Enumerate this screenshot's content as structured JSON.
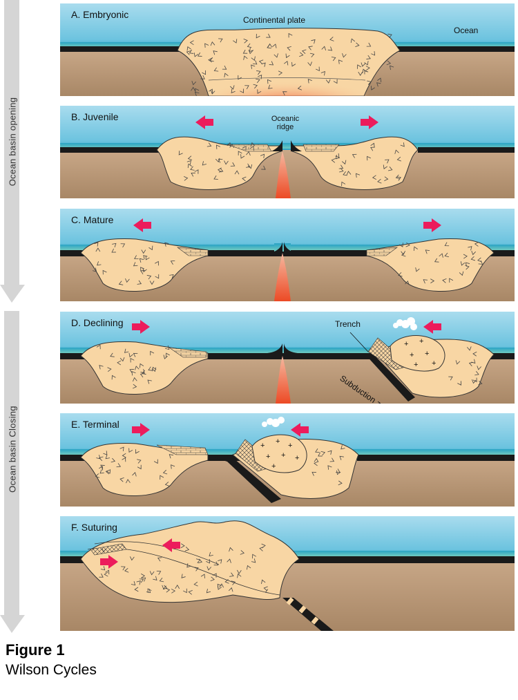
{
  "side_labels": {
    "opening": "Ocean basin opening",
    "closing": "Ocean basin Closing"
  },
  "panels": [
    {
      "title": "A. Embryonic",
      "labels": {
        "plate": "Continental plate",
        "ocean": "Ocean"
      }
    },
    {
      "title": "B. Juvenile",
      "labels": {
        "ridge_line1": "Oceanic",
        "ridge_line2": "ridge"
      }
    },
    {
      "title": "C. Mature"
    },
    {
      "title": "D. Declining",
      "labels": {
        "trench": "Trench",
        "subduction": "Subduction zone"
      }
    },
    {
      "title": "E. Terminal"
    },
    {
      "title": "F. Suturing"
    }
  ],
  "caption": {
    "figure": "Figure 1",
    "title": "Wilson Cycles"
  },
  "colors": {
    "sky_top": "#9fd6ea",
    "sky_bottom": "#2fa6c8",
    "mantle": "#b99776",
    "crust": "#f8d6a4",
    "magma": "#ef5b3c",
    "push_arrow": "#ec1c5c",
    "shaft": "#d5d5d5"
  }
}
